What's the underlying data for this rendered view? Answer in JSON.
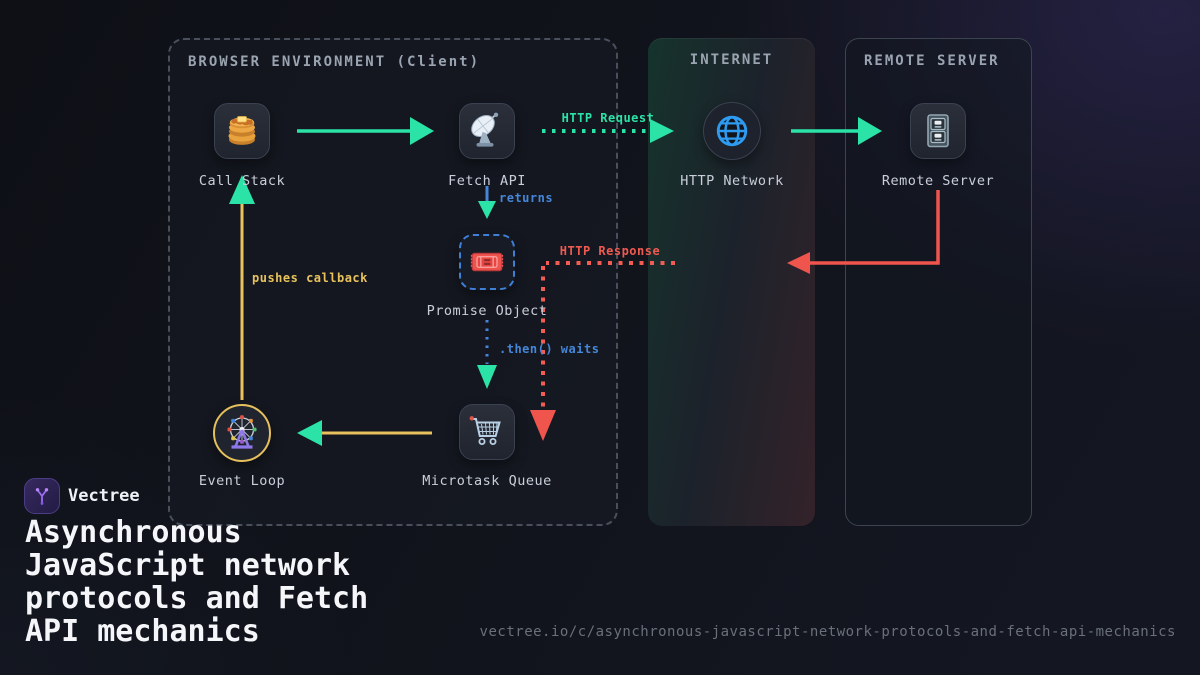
{
  "brand": {
    "name": "Vectree",
    "logo_icon": "vectree-branch-icon"
  },
  "title": {
    "text": "Asynchronous JavaScript network protocols and Fetch API mechanics"
  },
  "footer": {
    "url": "vectree.io/c/asynchronous-javascript-network-protocols-and-fetch-api-mechanics"
  },
  "panels": {
    "browser": {
      "label": "BROWSER ENVIRONMENT (Client)"
    },
    "internet": {
      "label": "INTERNET"
    },
    "remote": {
      "label": "REMOTE SERVER"
    }
  },
  "nodes": {
    "call_stack": {
      "label": "Call Stack",
      "icon": "pancakes-icon"
    },
    "fetch_api": {
      "label": "Fetch API",
      "icon": "satellite-dish-icon"
    },
    "http_network": {
      "label": "HTTP Network",
      "icon": "globe-icon"
    },
    "remote_server": {
      "label": "Remote Server",
      "icon": "file-cabinet-icon"
    },
    "promise_object": {
      "label": "Promise Object",
      "icon": "ticket-icon"
    },
    "event_loop": {
      "label": "Event Loop",
      "icon": "ferris-wheel-icon"
    },
    "microtask_queue": {
      "label": "Microtask Queue",
      "icon": "shopping-cart-icon"
    }
  },
  "edges": {
    "http_request": {
      "label": "HTTP Request",
      "color": "#2be3a7",
      "style": "dotted"
    },
    "http_response": {
      "label": "HTTP Response",
      "color": "#ef5a50",
      "style": "dotted"
    },
    "returns": {
      "label": "returns",
      "color": "#4586d8",
      "style": "solid"
    },
    "then_waits": {
      "label": ".then() waits",
      "color": "#4586d8",
      "style": "dotted"
    },
    "pushes_callback": {
      "label": "pushes callback",
      "color": "#e8c25c",
      "style": "solid"
    }
  },
  "colors": {
    "accent_teal": "#2be3a7",
    "accent_red": "#ef554c",
    "accent_yellow": "#e8c25c",
    "accent_blue": "#4586d8",
    "panel_border": "#49505c",
    "text_primary": "#f4f6f9",
    "text_secondary": "#c9cfd9",
    "text_muted": "#9aa4b0"
  }
}
